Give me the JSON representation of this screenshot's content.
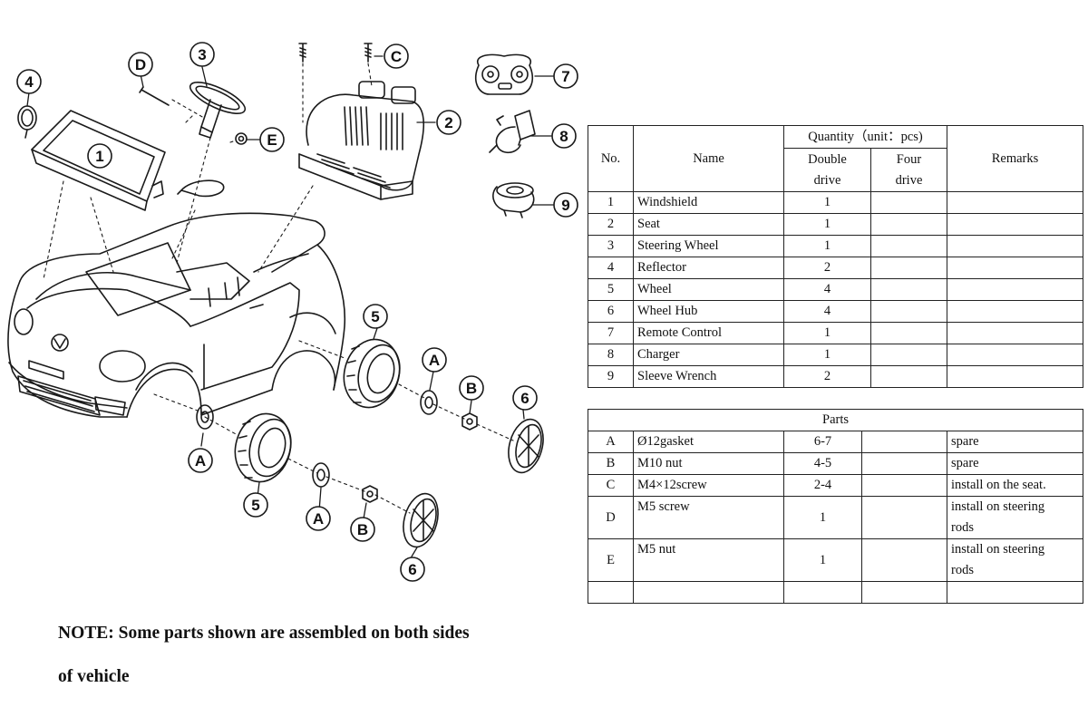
{
  "diagram": {
    "callouts": {
      "windshield": "1",
      "seat": "2",
      "steering_wheel": "3",
      "reflector": "4",
      "wheel_rear": "5",
      "wheel_front": "5",
      "hub_rear": "6",
      "hub_front": "6",
      "remote": "7",
      "charger": "8",
      "sleeve_wrench": "9",
      "gasket_rear": "A",
      "gasket_front_left": "A",
      "gasket_front": "A",
      "nut_rear": "B",
      "nut_front": "B",
      "screw_c": "C",
      "screw_d": "D",
      "nut_e": "E"
    }
  },
  "quantity_table": {
    "headers": {
      "no": "No.",
      "name": "Name",
      "quantity": "Quantity（unit：pcs)",
      "double_1": "Double",
      "double_2": "drive",
      "four_1": "Four",
      "four_2": "drive",
      "remarks": "Remarks"
    },
    "rows": [
      {
        "no": "1",
        "name": "Windshield",
        "double": "1",
        "four": "",
        "remarks": ""
      },
      {
        "no": "2",
        "name": "Seat",
        "double": "1",
        "four": "",
        "remarks": ""
      },
      {
        "no": "3",
        "name": "Steering Wheel",
        "double": "1",
        "four": "",
        "remarks": ""
      },
      {
        "no": "4",
        "name": "Reflector",
        "double": "2",
        "four": "",
        "remarks": ""
      },
      {
        "no": "5",
        "name": "Wheel",
        "double": "4",
        "four": "",
        "remarks": ""
      },
      {
        "no": "6",
        "name": "Wheel Hub",
        "double": "4",
        "four": "",
        "remarks": ""
      },
      {
        "no": "7",
        "name": "Remote Control",
        "double": "1",
        "four": "",
        "remarks": ""
      },
      {
        "no": "8",
        "name": "Charger",
        "double": "1",
        "four": "",
        "remarks": ""
      },
      {
        "no": "9",
        "name": "Sleeve Wrench",
        "double": "2",
        "four": "",
        "remarks": ""
      }
    ]
  },
  "spare_table": {
    "title": "Parts",
    "rows": [
      {
        "no": "A",
        "name": "Ø12gasket",
        "qty": "6-7",
        "remarks_1": "spare",
        "remarks_2": ""
      },
      {
        "no": "B",
        "name": "M10 nut",
        "qty": "4-5",
        "remarks_1": "spare",
        "remarks_2": ""
      },
      {
        "no": "C",
        "name": "M4×12screw",
        "qty": "2-4",
        "remarks_1": "install on the seat.",
        "remarks_2": ""
      },
      {
        "no": "D",
        "name": "M5 screw",
        "qty": "1",
        "remarks_1": "install on steering",
        "remarks_2": "rods"
      },
      {
        "no": "E",
        "name": "M5 nut",
        "qty": "1",
        "remarks_1": "install on steering",
        "remarks_2": "rods"
      }
    ]
  },
  "note": {
    "line1": "NOTE: Some parts shown are assembled on both sides",
    "line2": "of vehicle"
  }
}
